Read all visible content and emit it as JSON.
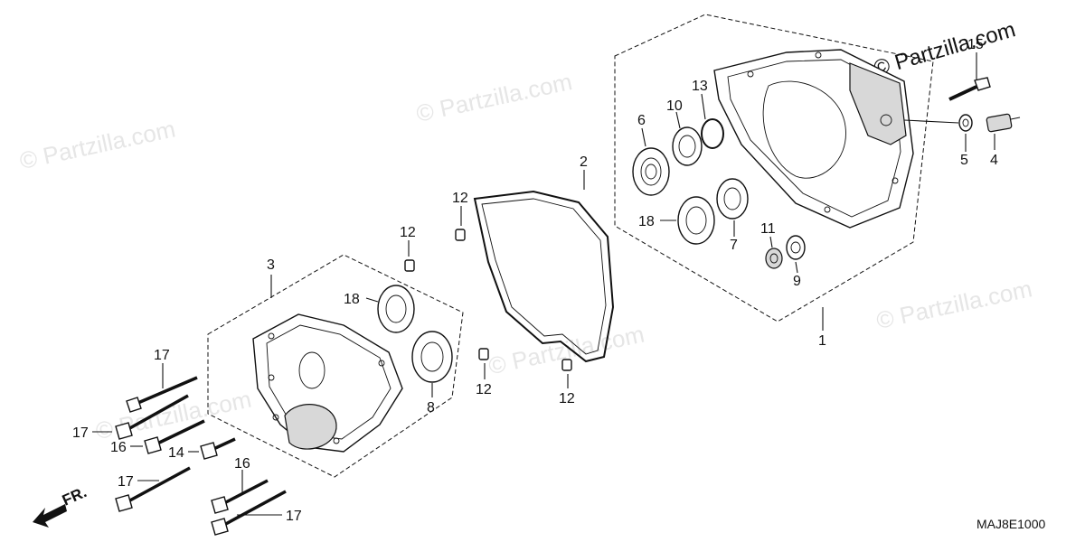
{
  "brand_text": "© Partzilla.com",
  "watermark_text": "© Partzilla.com",
  "diagram_code": "MAJ8E1000",
  "front_marker": "FR.",
  "callouts": {
    "c1": "1",
    "c2": "2",
    "c3": "3",
    "c4": "4",
    "c5": "5",
    "c6": "6",
    "c7": "7",
    "c8": "8",
    "c9": "9",
    "c10": "10",
    "c11": "11",
    "c12a": "12",
    "c12b": "12",
    "c12c": "12",
    "c12d": "12",
    "c13": "13",
    "c14": "14",
    "c15": "15",
    "c16a": "16",
    "c16b": "16",
    "c17a": "17",
    "c17b": "17",
    "c17c": "17",
    "c17d": "17",
    "c18a": "18",
    "c18b": "18"
  }
}
